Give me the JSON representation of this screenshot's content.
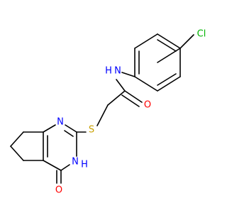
{
  "molecule": {
    "atoms": {
      "cl": "Cl",
      "nh_amide": "N",
      "h_amide": "H",
      "o_carbonyl": "O",
      "s": "S",
      "n_ring": "N",
      "n_ring_nh": "N",
      "h_ring": "H",
      "o_ring": "O"
    },
    "colors": {
      "bond": "#000000",
      "carbon": "#000000",
      "nitrogen": "#0000ff",
      "oxygen": "#ff0000",
      "sulfur": "#c8a000",
      "chlorine": "#00b400"
    }
  }
}
